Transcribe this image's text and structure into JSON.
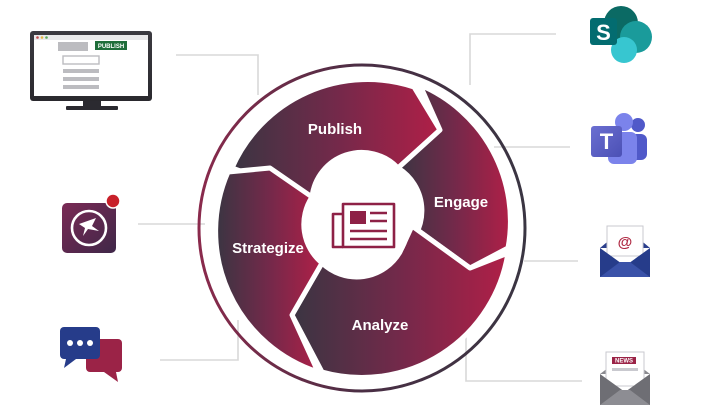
{
  "cycle": {
    "center_icon": "newspaper-icon",
    "segments": [
      {
        "id": "publish",
        "label": "Publish"
      },
      {
        "id": "engage",
        "label": "Engage"
      },
      {
        "id": "analyze",
        "label": "Analyze"
      },
      {
        "id": "strategize",
        "label": "Strategize"
      }
    ]
  },
  "left_icons": {
    "monitor": {
      "icon": "publish-monitor-icon",
      "label": "PUBLISH"
    },
    "app": {
      "icon": "app-bird-icon"
    },
    "chat": {
      "icon": "chat-bubbles-icon"
    }
  },
  "right_icons": {
    "sharepoint": {
      "icon": "sharepoint-icon",
      "letter": "S"
    },
    "teams": {
      "icon": "teams-icon",
      "letter": "T"
    },
    "email": {
      "icon": "email-icon",
      "symbol": "@"
    },
    "newsletter": {
      "icon": "newsletter-icon",
      "label": "NEWS"
    }
  },
  "colors": {
    "dark": "#3a3542",
    "crimson": "#a81f45",
    "ring": "#6b2346",
    "connector": "#d8d8d8"
  }
}
